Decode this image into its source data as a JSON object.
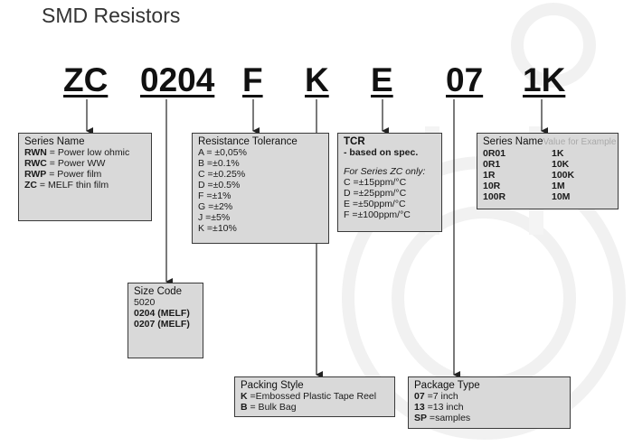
{
  "title": "SMD Resistors",
  "code_parts": [
    "ZC",
    "0204",
    "F",
    "K",
    "E",
    "07",
    "1K"
  ],
  "series_box": {
    "heading": "Series Name",
    "rows": [
      {
        "code": "RWN",
        "text": " = Power low ohmic"
      },
      {
        "code": "RWC",
        "text": " = Power WW"
      },
      {
        "code": "RWP",
        "text": " = Power film"
      },
      {
        "code": "ZC",
        "text": " = MELF thin film"
      }
    ]
  },
  "size_box": {
    "heading": "Size Code",
    "rows": [
      "5020",
      "0204 (MELF)",
      "0207 (MELF)"
    ]
  },
  "tolerance_box": {
    "heading": "Resistance Tolerance",
    "rows": [
      "A = ±0,05%",
      "B =±0.1%",
      "C =±0.25%",
      "D =±0.5%",
      "F =±1%",
      "G =±2%",
      "J =±5%",
      "K =±10%"
    ]
  },
  "tcr_box": {
    "heading": "TCR",
    "sub": "- based on spec.",
    "note": "For Series ZC only:",
    "rows": [
      "C =±15ppm/°C",
      "D =±25ppm/°C",
      "E =±50ppm/°C",
      "F =±100ppm/°C"
    ]
  },
  "value_box": {
    "heading": "Series Name",
    "ghost": "Value for Example",
    "pairs": [
      [
        "0R01",
        "1K"
      ],
      [
        "0R1",
        "10K"
      ],
      [
        "1R",
        "100K"
      ],
      [
        "10R",
        "1M"
      ],
      [
        "100R",
        "10M"
      ]
    ]
  },
  "packing_box": {
    "heading": "Packing Style",
    "rows": [
      {
        "code": "K",
        "text": " =Embossed Plastic Tape Reel"
      },
      {
        "code": "B",
        "text": " = Bulk Bag"
      }
    ]
  },
  "package_box": {
    "heading": "Package Type",
    "rows": [
      {
        "code": "07",
        "text": " =7 inch"
      },
      {
        "code": "13",
        "text": " =13 inch"
      },
      {
        "code": "SP",
        "text": " =samples"
      }
    ]
  }
}
